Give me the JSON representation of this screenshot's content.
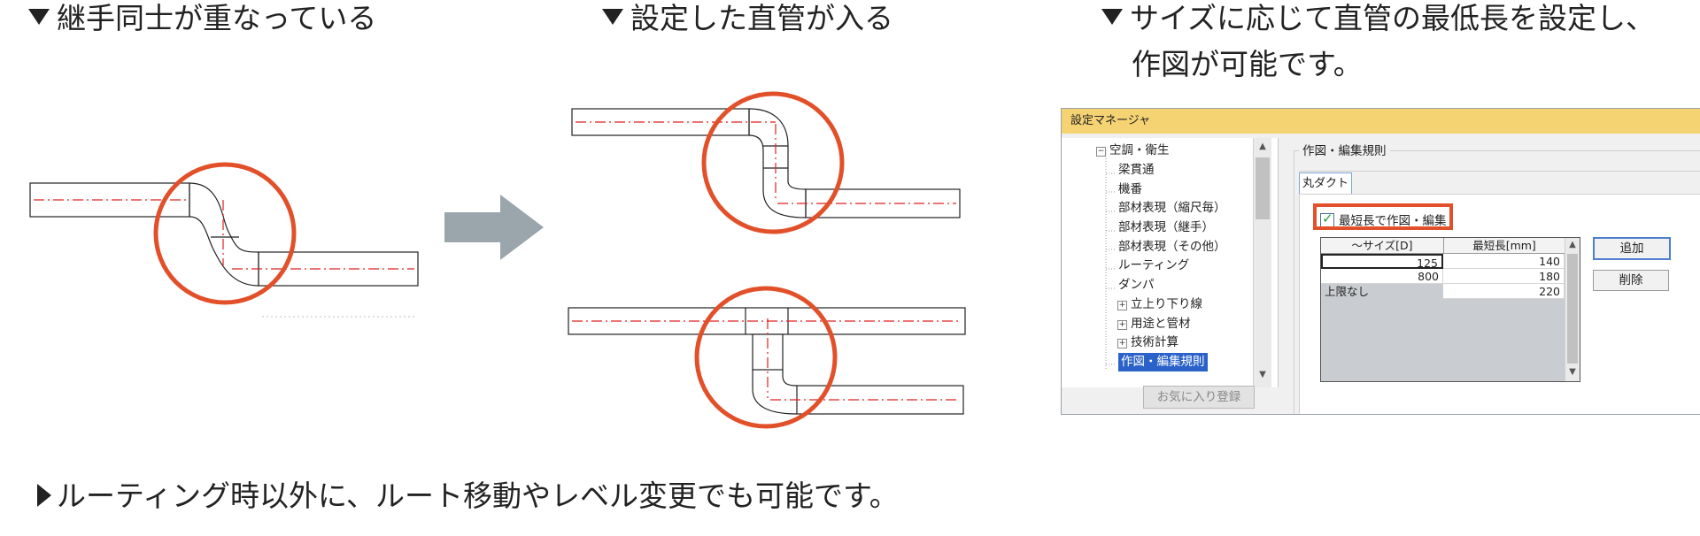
{
  "captions": {
    "left": "継手同士が重なっている",
    "middle": "設定した直管が入る",
    "right_line1": "サイズに応じて直管の最低長を設定し、",
    "right_line2": "作図が可能です。",
    "bottom": "ルーティング時以外に、ルート移動やレベル変更でも可能です。"
  },
  "colors": {
    "highlight_circle": "#e2502a",
    "centerline": "#e02020",
    "arrow": "#9aa6ab",
    "title_bar": "#f5d373",
    "selection": "#2a62c9"
  },
  "settings_window": {
    "title": "設定マネージャ",
    "tree": [
      {
        "label": "空調・衛生",
        "expander": "−"
      },
      {
        "label": "梁貫通"
      },
      {
        "label": "機番"
      },
      {
        "label": "部材表現（縮尺毎）"
      },
      {
        "label": "部材表現（継手）"
      },
      {
        "label": "部材表現（その他）"
      },
      {
        "label": "ルーティング"
      },
      {
        "label": "ダンパ"
      },
      {
        "label": "立上り下り線",
        "expander": "+"
      },
      {
        "label": "用途と管材",
        "expander": "+"
      },
      {
        "label": "技術計算",
        "expander": "+"
      },
      {
        "label": "作図・編集規則",
        "selected": true
      }
    ],
    "favorite_button": "お気に入り登録",
    "group_label": "作図・編集規則",
    "tab_label": "丸ダクト",
    "checkbox": {
      "label": "最短長で作図・編集",
      "checked": true
    },
    "table": {
      "columns": [
        "〜サイズ[D]",
        "最短長[mm]"
      ],
      "rows": [
        {
          "size": "125",
          "min": "140"
        },
        {
          "size": "800",
          "min": "180"
        },
        {
          "size": "上限なし",
          "min": "220"
        }
      ]
    },
    "buttons": {
      "add": "追加",
      "delete": "削除"
    }
  }
}
